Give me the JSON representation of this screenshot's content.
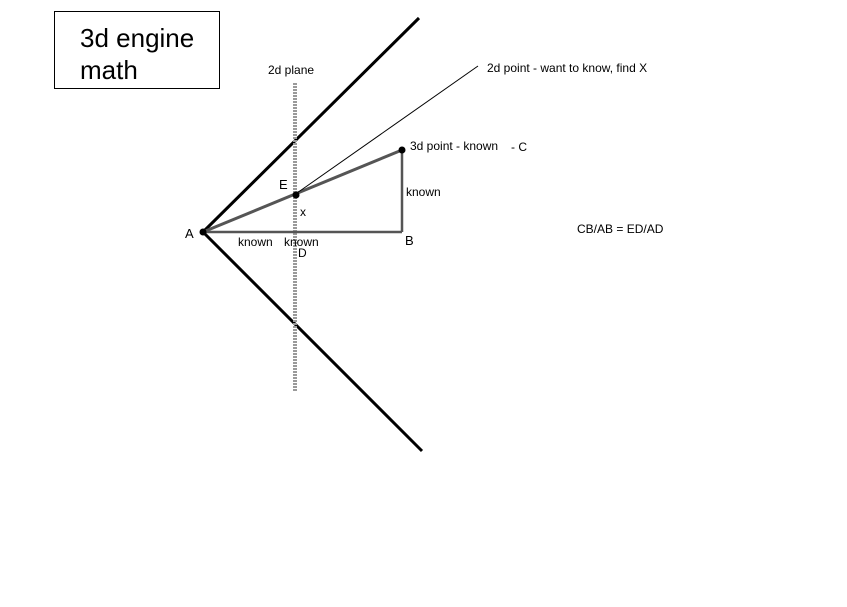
{
  "title": "3d engine\nmath",
  "labels": {
    "plane": "2d plane",
    "target": "2d point - want to know, find X",
    "point3d": "3d point - known",
    "c": "- C",
    "e": "E",
    "x": "x",
    "a": "A",
    "b": "B",
    "d": "D",
    "known_cb": "known",
    "known_ad": "known",
    "known_db": "known",
    "formula": "CB/AB = ED/AD"
  },
  "colors": {
    "ink": "#000000",
    "plane": "#9a9a9a",
    "triangle": "#555555"
  }
}
